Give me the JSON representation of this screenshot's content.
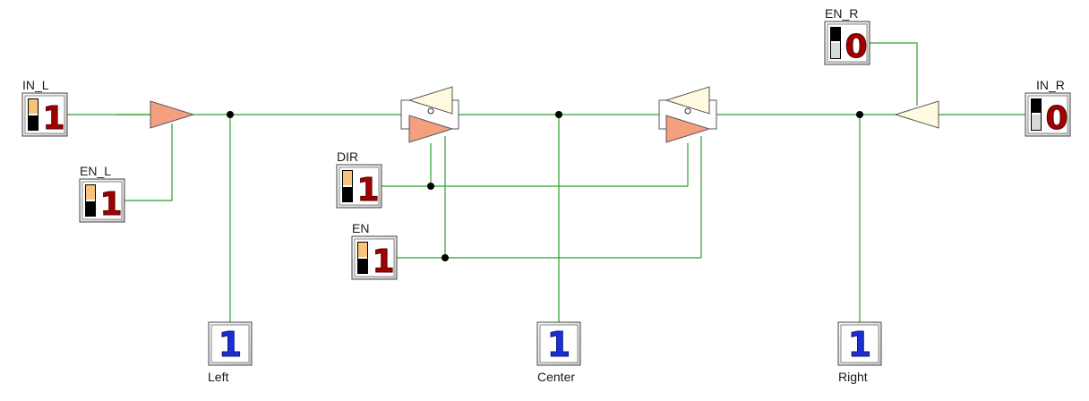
{
  "inputs": {
    "in_l": {
      "label": "IN_L",
      "value": "1"
    },
    "en_l": {
      "label": "EN_L",
      "value": "1"
    },
    "dir": {
      "label": "DIR",
      "value": "1"
    },
    "en": {
      "label": "EN",
      "value": "1"
    },
    "en_r": {
      "label": "EN_R",
      "value": "0"
    },
    "in_r": {
      "label": "IN_R",
      "value": "0"
    }
  },
  "outputs": {
    "left": {
      "label": "Left",
      "value": "1"
    },
    "center": {
      "label": "Center",
      "value": "1"
    },
    "right": {
      "label": "Right",
      "value": "1"
    }
  },
  "colors": {
    "wire": "#2ca02c",
    "active_buffer": "#f4a07e",
    "inactive_buffer": "#fffbe0",
    "input_digit_on": "#a00000",
    "input_digit_off": "#a00000",
    "output_digit": "#1c2fd1",
    "switch_on": "#f7c27a",
    "switch_off": "#d9d9d9"
  }
}
